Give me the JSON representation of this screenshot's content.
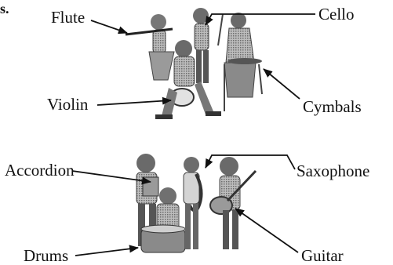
{
  "fragment": "s.",
  "labels": {
    "flute": "Flute",
    "cello": "Cello",
    "violin": "Violin",
    "cymbals": "Cymbals",
    "accordion": "Accordion",
    "saxophone": "Saxophone",
    "drums": "Drums",
    "guitar": "Guitar"
  },
  "colors": {
    "ink": "#111111",
    "figure_dark": "#4a4a4a",
    "figure_mid": "#8a8a8a",
    "figure_light": "#c9c9c9"
  }
}
